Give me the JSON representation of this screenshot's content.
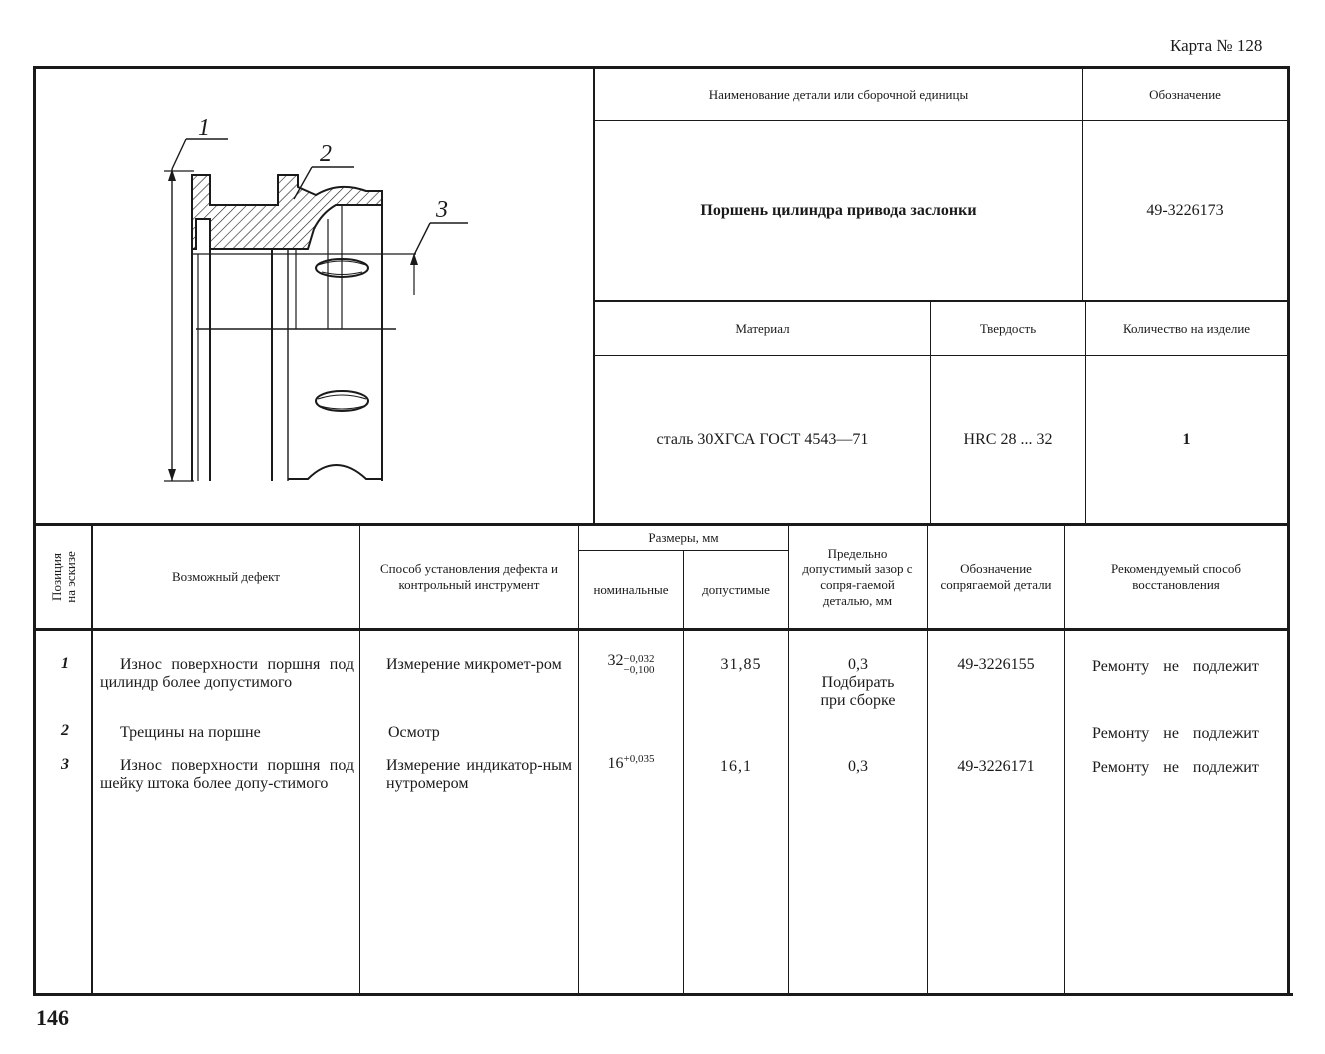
{
  "card_number": "Карта № 128",
  "page_number": "146",
  "sketch": {
    "callouts": [
      "1",
      "2",
      "3"
    ]
  },
  "part": {
    "name_header": "Наименование детали или сборочной единицы",
    "designation_header": "Обозначение",
    "name": "Поршень цилиндра привода заслонки",
    "designation": "49-3226173",
    "material_header": "Материал",
    "hardness_header": "Твердость",
    "quantity_header": "Количество на изделие",
    "material": "сталь 30ХГСА ГОСТ 4543—71",
    "hardness": "HRC 28 ... 32",
    "quantity": "1"
  },
  "table": {
    "headers": {
      "position": [
        "Позиция",
        "на эскизе"
      ],
      "defect": "Возможный дефект",
      "method": "Способ установления дефекта и контрольный инструмент",
      "sizes": "Размеры, мм",
      "nominal": "номинальные",
      "allowable": "допустимые",
      "clearance": "Предельно допустимый зазор с сопря-гаемой деталью, мм",
      "mating": "Обозначение сопрягаемой детали",
      "repair": "Рекомендуемый способ восстановления"
    },
    "rows": [
      {
        "pos": "1",
        "defect": "Износ поверхности поршня под цилиндр более допустимого",
        "method": "Измерение микромет-ром",
        "nominal_base": "32",
        "nominal_upper": "−0,032",
        "nominal_lower": "−0,100",
        "allowable": "31,85",
        "clearance": "0,3",
        "clearance_note": "Подбирать при сборке",
        "mating": "49-3226155",
        "repair": "Ремонту не подлежит"
      },
      {
        "pos": "2",
        "defect": "Трещины на поршне",
        "method": "Осмотр",
        "nominal_base": "",
        "nominal_upper": "",
        "nominal_lower": "",
        "allowable": "",
        "clearance": "",
        "clearance_note": "",
        "mating": "",
        "repair": "Ремонту не подлежит"
      },
      {
        "pos": "3",
        "defect": "Износ поверхности поршня под шейку штока более допу-стимого",
        "method": "Измерение индикатор-ным нутромером",
        "nominal_base": "16",
        "nominal_upper": "+0,035",
        "nominal_lower": "",
        "allowable": "16,1",
        "clearance": "0,3",
        "clearance_note": "",
        "mating": "49-3226171",
        "repair": "Ремонту не подлежит"
      }
    ]
  }
}
